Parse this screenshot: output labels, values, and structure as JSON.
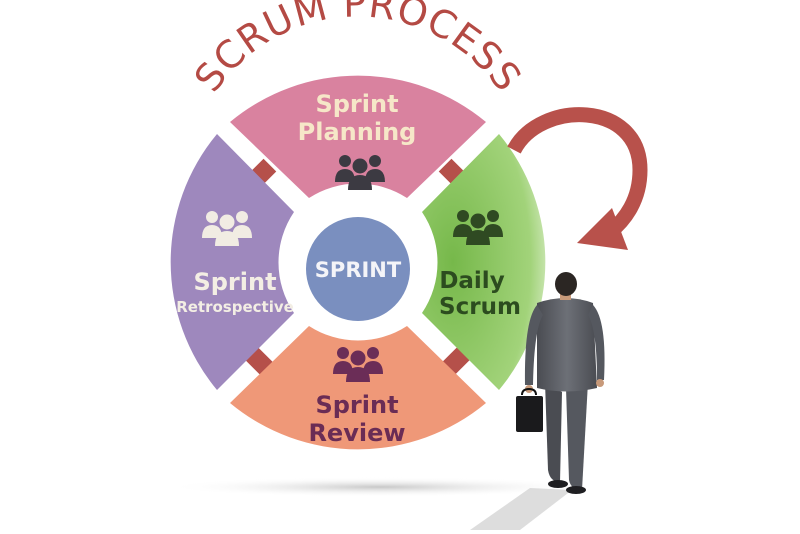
{
  "title": "SCRUM PROCESS",
  "center": {
    "label": "SPRINT"
  },
  "segments": {
    "planning": {
      "line1": "Sprint",
      "line2": "Planning",
      "icon": "team-icon",
      "color": "#d9829f"
    },
    "daily": {
      "line1": "Daily",
      "line2": "Scrum",
      "icon": "team-icon",
      "color": "#86c25c"
    },
    "review": {
      "line1": "Sprint",
      "line2": "Review",
      "icon": "team-icon",
      "color": "#ef9878"
    },
    "retro": {
      "line1": "Sprint",
      "line2": "Retrospective",
      "icon": "team-icon",
      "color": "#9e88bd"
    }
  },
  "colors": {
    "title": "#b44a44",
    "connector": "#b5504a",
    "arrow": "#b8514b",
    "center_fill": "#7a8fbf",
    "planning_text": "#f6e7c8",
    "review_text": "#6a2c55",
    "retro_text": "#f3eee4",
    "daily_text": "#2c4c1f"
  }
}
